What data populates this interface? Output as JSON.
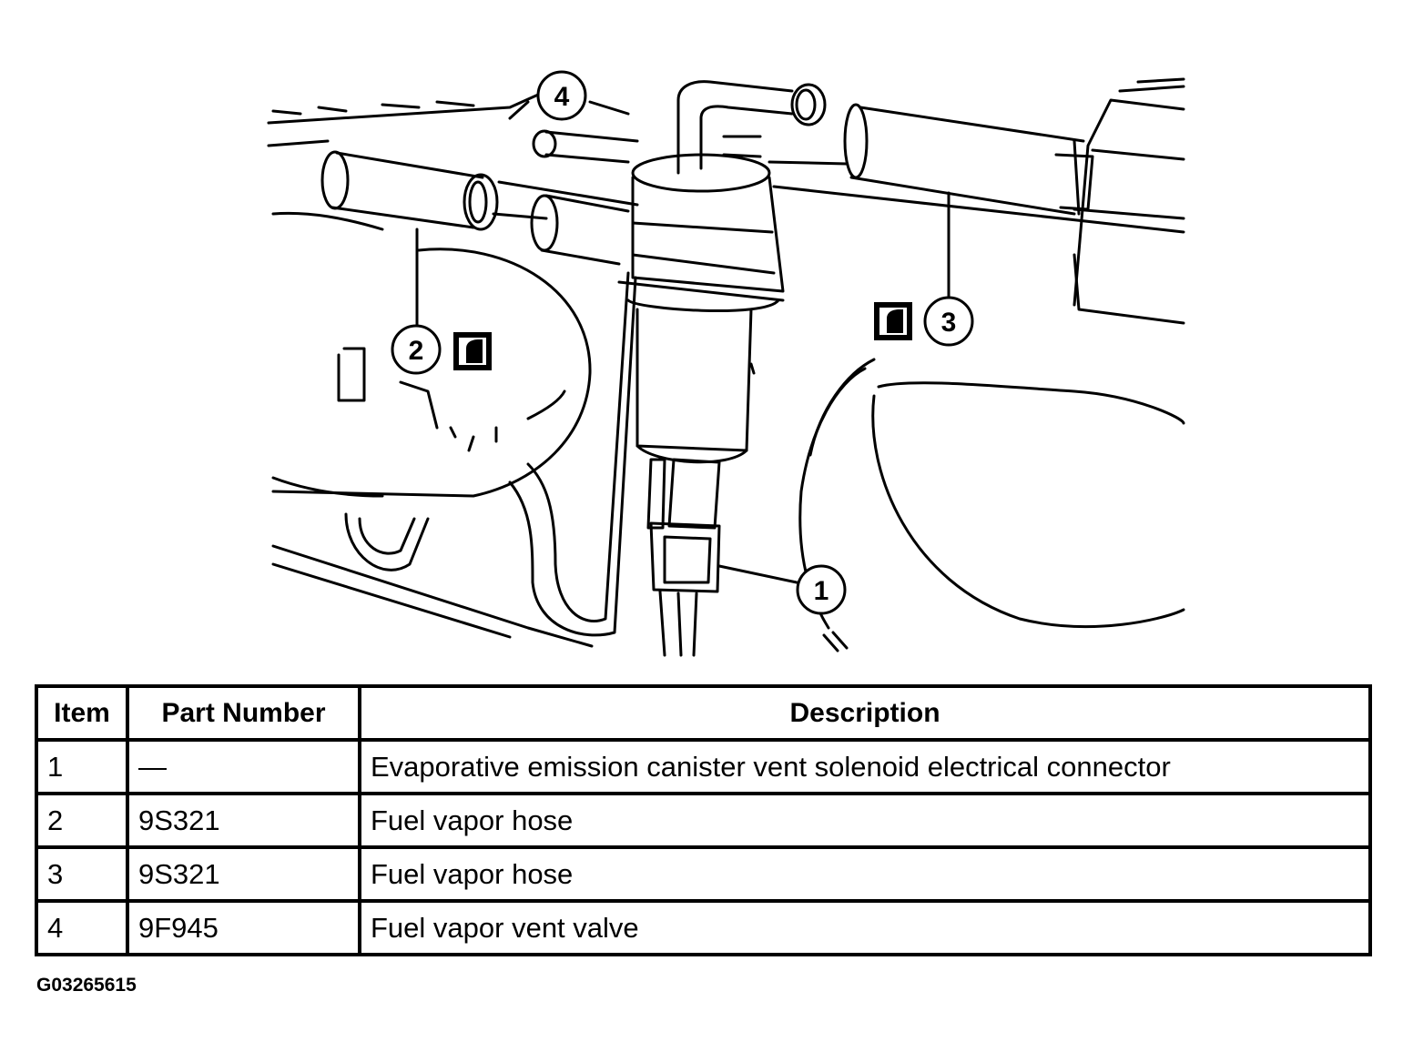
{
  "callouts": [
    "1",
    "2",
    "3",
    "4"
  ],
  "table": {
    "headers": {
      "item": "Item",
      "part_number": "Part Number",
      "description": "Description"
    },
    "rows": [
      {
        "item": "1",
        "part_number": "—",
        "description": "Evaporative emission canister vent solenoid electrical connector"
      },
      {
        "item": "2",
        "part_number": "9S321",
        "description": "Fuel vapor hose"
      },
      {
        "item": "3",
        "part_number": "9S321",
        "description": "Fuel vapor hose"
      },
      {
        "item": "4",
        "part_number": "9F945",
        "description": "Fuel vapor vent valve"
      }
    ]
  },
  "figure_id": "G03265615",
  "icons": [
    "reference-symbol-icon",
    "reference-symbol-icon"
  ]
}
